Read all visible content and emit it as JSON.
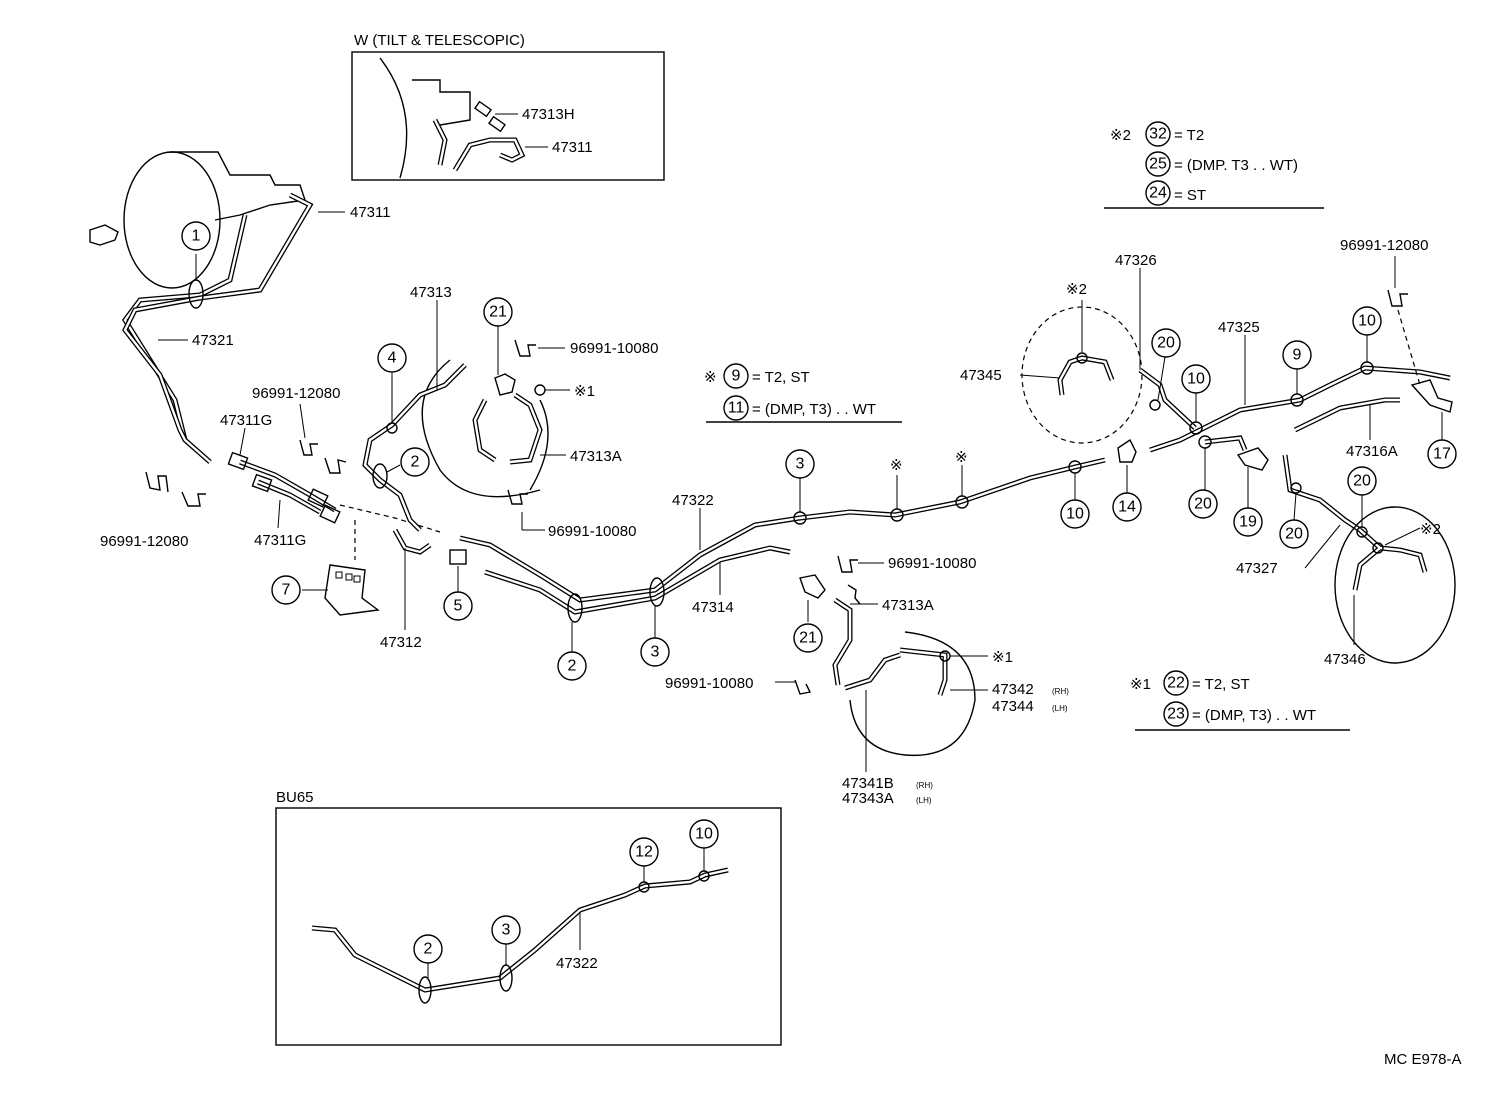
{
  "insets": {
    "tilt": {
      "title": "W (TILT & TELESCOPIC)",
      "parts": [
        "47313H",
        "47311"
      ]
    },
    "bu65": {
      "title": "BU65",
      "part": "47322",
      "callouts": [
        "2",
        "3",
        "12",
        "10"
      ]
    }
  },
  "parts": {
    "p47311": "47311",
    "p47321": "47321",
    "p47313": "47313",
    "p96991_12080_a": "96991-12080",
    "p47311G_a": "47311G",
    "p47311G_b": "47311G",
    "p96991_12080_b": "96991-12080",
    "p47312": "47312",
    "p96991_10080_a": "96991-10080",
    "p47313A_a": "47313A",
    "p96991_10080_b": "96991-10080",
    "p47322": "47322",
    "p47314": "47314",
    "p96991_10080_c": "96991-10080",
    "p47313A_b": "47313A",
    "p96991_10080_d": "96991-10080",
    "p47342": "47342",
    "p47342_side": "(RH)",
    "p47344": "47344",
    "p47344_side": "(LH)",
    "p47341B": "47341B",
    "p47341B_side": "(RH)",
    "p47343A": "47343A",
    "p47343A_side": "(LH)",
    "p47326": "47326",
    "p47345": "47345",
    "p47325": "47325",
    "p96991_12080_c": "96991-12080",
    "p47316A": "47316A",
    "p47327": "47327",
    "p47346": "47346"
  },
  "callouts": {
    "c1": "1",
    "c4": "4",
    "c21a": "21",
    "c2a": "2",
    "c7": "7",
    "c5": "5",
    "c2b": "2",
    "c3a": "3",
    "c3b": "3",
    "c21b": "21",
    "c10a": "10",
    "c14": "14",
    "c20a": "20",
    "c10b": "10",
    "c9": "9",
    "c10c": "10",
    "c20b": "20",
    "c19": "19",
    "c20c": "20",
    "c20d": "20",
    "c17": "17"
  },
  "marks": {
    "ref1_front": "※1",
    "ref1_rear": "※1",
    "ref2_left": "※2",
    "ref2_right": "※2",
    "star_a": "※",
    "star_b": "※"
  },
  "notes": {
    "n9": {
      "prefix": "※",
      "num": "9",
      "text": "= T2, ST"
    },
    "n11": {
      "num": "11",
      "text": "= (DMP, T3) . . WT"
    },
    "n32": {
      "prefix": "※2",
      "num": "32",
      "text": "= T2"
    },
    "n25": {
      "num": "25",
      "text": "= (DMP. T3 . . WT)"
    },
    "n24": {
      "num": "24",
      "text": "= ST"
    },
    "n22": {
      "prefix": "※1",
      "num": "22",
      "text": "= T2, ST"
    },
    "n23": {
      "num": "23",
      "text": "= (DMP, T3) . . WT"
    }
  },
  "figure_code": "MC E978-A"
}
